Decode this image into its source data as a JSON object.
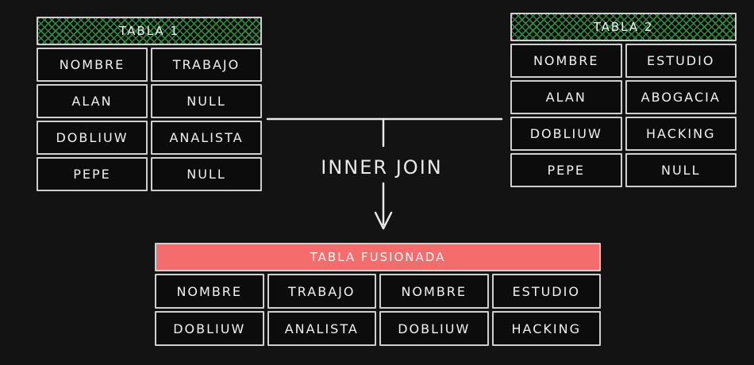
{
  "colors": {
    "canvas_bg": "#131313",
    "cell_bg": "#0c0c0c",
    "cell_border": "#cfcfcf",
    "text": "#f1f1f1",
    "hatch_green": "#2e8b3d",
    "hatch_bg": "#060606",
    "fused_header_bg": "#f56c6c",
    "connector": "#e9e9e9"
  },
  "join": {
    "label": "INNER JOIN",
    "arrow_icon": "down-arrow"
  },
  "table1": {
    "title": "TABLA 1",
    "columns": [
      "NOMBRE",
      "TRABAJO"
    ],
    "rows": [
      [
        "ALAN",
        "NULL"
      ],
      [
        "DOBLIUW",
        "ANALISTA"
      ],
      [
        "PEPE",
        "NULL"
      ]
    ]
  },
  "table2": {
    "title": "TABLA 2",
    "columns": [
      "NOMBRE",
      "ESTUDIO"
    ],
    "rows": [
      [
        "ALAN",
        "ABOGACIA"
      ],
      [
        "DOBLIUW",
        "HACKING"
      ],
      [
        "PEPE",
        "NULL"
      ]
    ]
  },
  "fused": {
    "title": "TABLA FUSIONADA",
    "columns": [
      "NOMBRE",
      "TRABAJO",
      "NOMBRE",
      "ESTUDIO"
    ],
    "rows": [
      [
        "DOBLIUW",
        "ANALISTA",
        "DOBLIUW",
        "HACKING"
      ]
    ]
  }
}
